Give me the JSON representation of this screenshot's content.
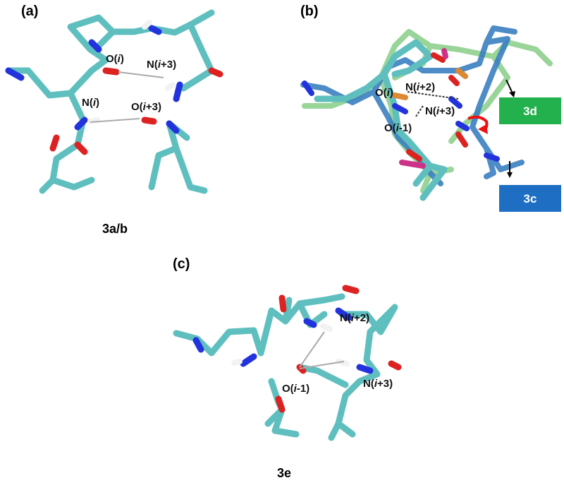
{
  "panels": {
    "a": {
      "label": "(a)",
      "compound": "3a/b",
      "atoms": [
        "O(",
        "i",
        ")",
        "N(",
        "i",
        "+3)",
        "N(",
        "i",
        ")",
        "O(",
        "i",
        "+3)"
      ]
    },
    "b": {
      "label": "(b)",
      "atoms": [
        "O(",
        "i",
        ")",
        "N(",
        "i",
        "+2)",
        "N(",
        "i",
        "+3)",
        "O(",
        "i",
        "-1)"
      ],
      "boxes": [
        {
          "text": "3d",
          "color": "#22b14c"
        },
        {
          "text": "3c",
          "color": "#1e6fc4"
        }
      ]
    },
    "c": {
      "label": "(c)",
      "compound": "3e",
      "atoms": [
        "N(",
        "i",
        "+2)",
        "O(",
        "i",
        "-1)",
        "N(",
        "i",
        "+3)"
      ]
    }
  },
  "colors": {
    "carbon_cyan": "#5fbfbf",
    "nitrogen": "#2233dd",
    "oxygen": "#dd2222",
    "hydrogen": "#f2f2f2",
    "hbond": "#aaaaaa",
    "conf_green": "#8ecf8e",
    "conf_blue": "#3a7fc0",
    "arrow_red": "#ee1111"
  }
}
